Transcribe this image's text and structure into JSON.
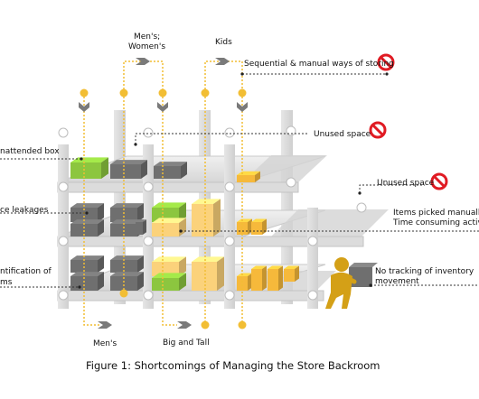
{
  "labels": {
    "mens_womens_1": "Men's;",
    "mens_womens_2": "Women's",
    "kids": "Kids",
    "sequential": "Sequential & manual ways of storing",
    "unused_space_1": "Unused space",
    "unused_space_2": "Unused space",
    "unattended_box": "nattended box",
    "space_leakages": "ce leakages",
    "items_picked": "Items picked manually",
    "time_consuming": "Time consuming activ",
    "identification_1": "ntification of",
    "identification_2": "ms",
    "no_tracking_1": "No tracking of inventory",
    "no_tracking_2": "movement",
    "mens_bottom": "Men's",
    "big_and_tall": "Big and Tall"
  },
  "caption": "Figure 1: Shortcomings of Managing the Store Backroom",
  "colors": {
    "route": "#f2be34",
    "shelf": "#e4e4e4",
    "post": "#d9d9d9",
    "box_gray": "#6f6f6f",
    "box_green": "#8cc63f",
    "box_yellow": "#fbd27b",
    "box_orange": "#f6b93b",
    "no_sign": "#e01b23",
    "worker": "#d4a017"
  }
}
